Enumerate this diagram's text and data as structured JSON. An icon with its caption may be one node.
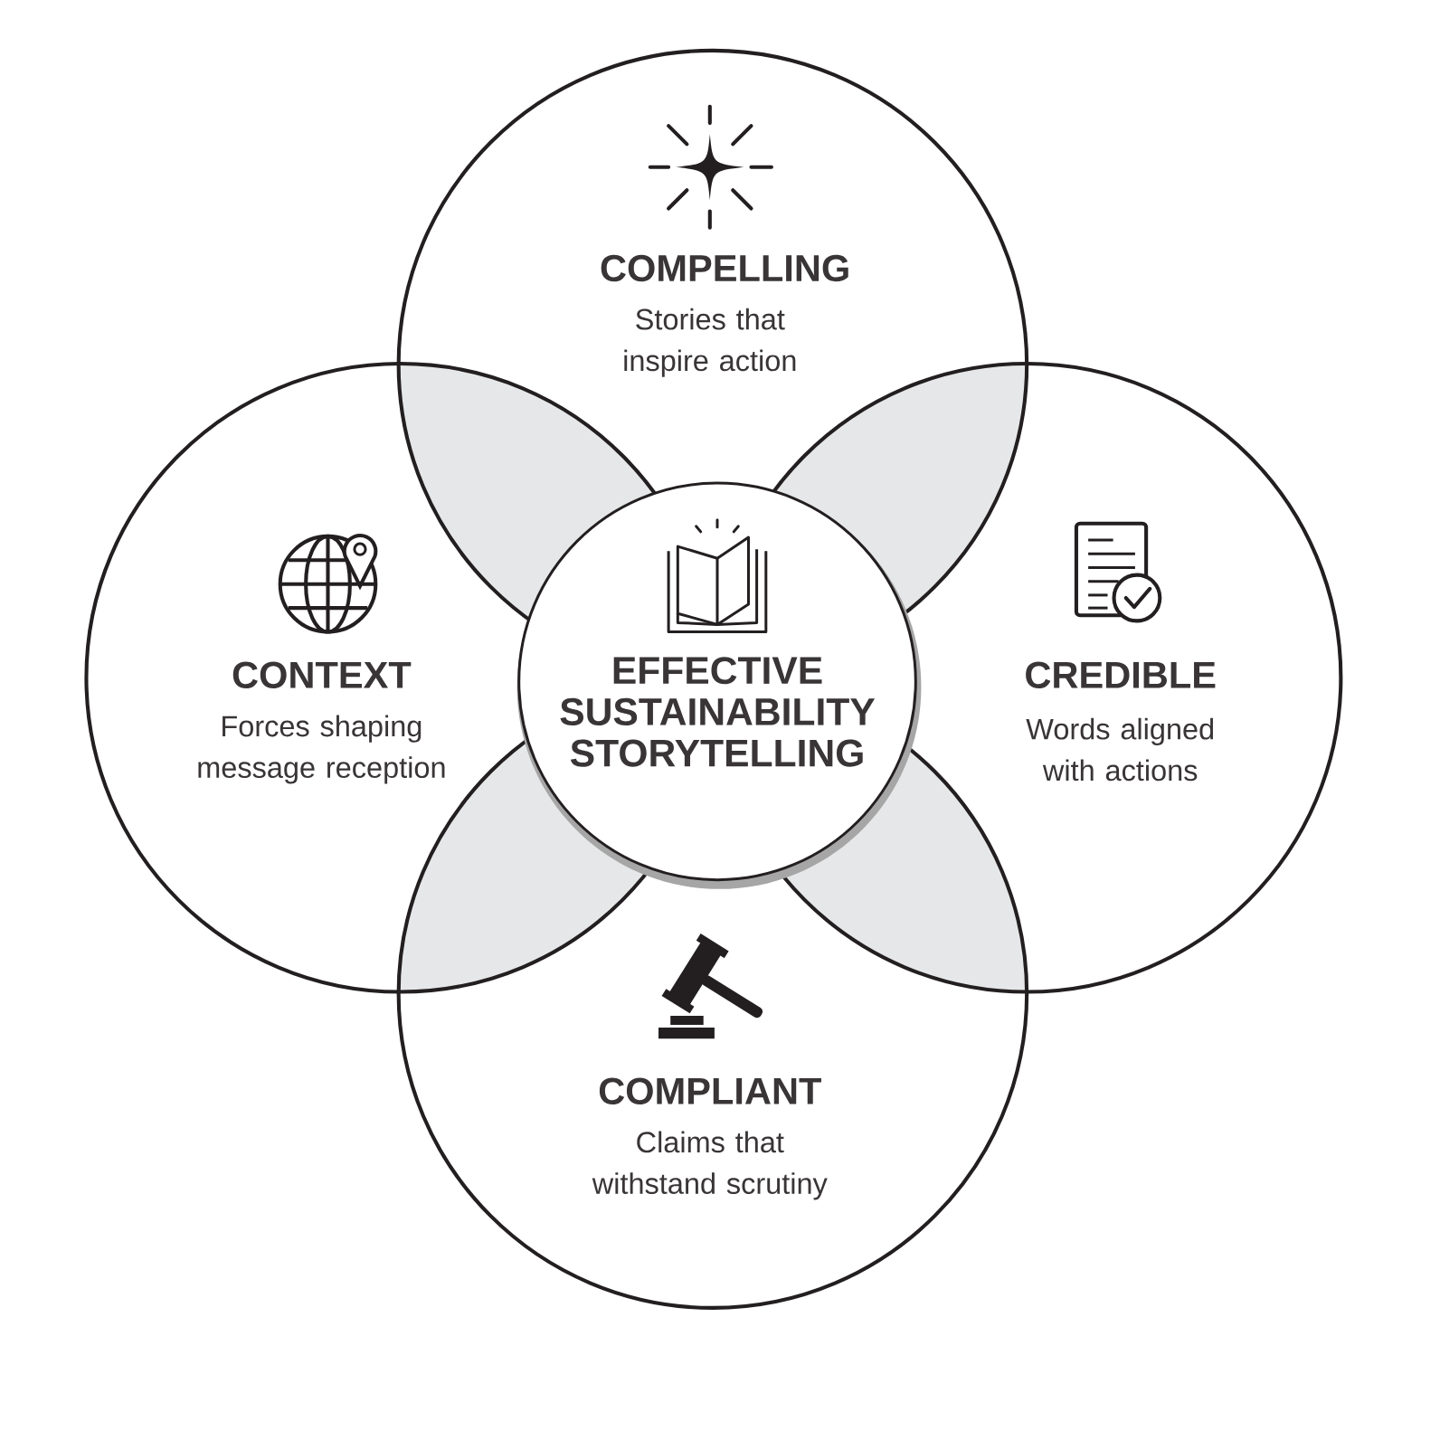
{
  "diagram": {
    "nodes": [
      {
        "text": [
          "COMPELLING",
          "Stories that inspire action"
        ]
      },
      {
        "text": [
          "CONTEXT",
          "Forces shaping message reception"
        ]
      },
      {
        "text": [
          "EFFECTIVE SUSTAINABILITY STORYTELLING"
        ]
      },
      {
        "text": [
          "CREDIBLE",
          "Words aligned with actions"
        ]
      },
      {
        "text": [
          "COMPLIANT",
          "Claims that withstand scrutiny"
        ]
      }
    ]
  }
}
